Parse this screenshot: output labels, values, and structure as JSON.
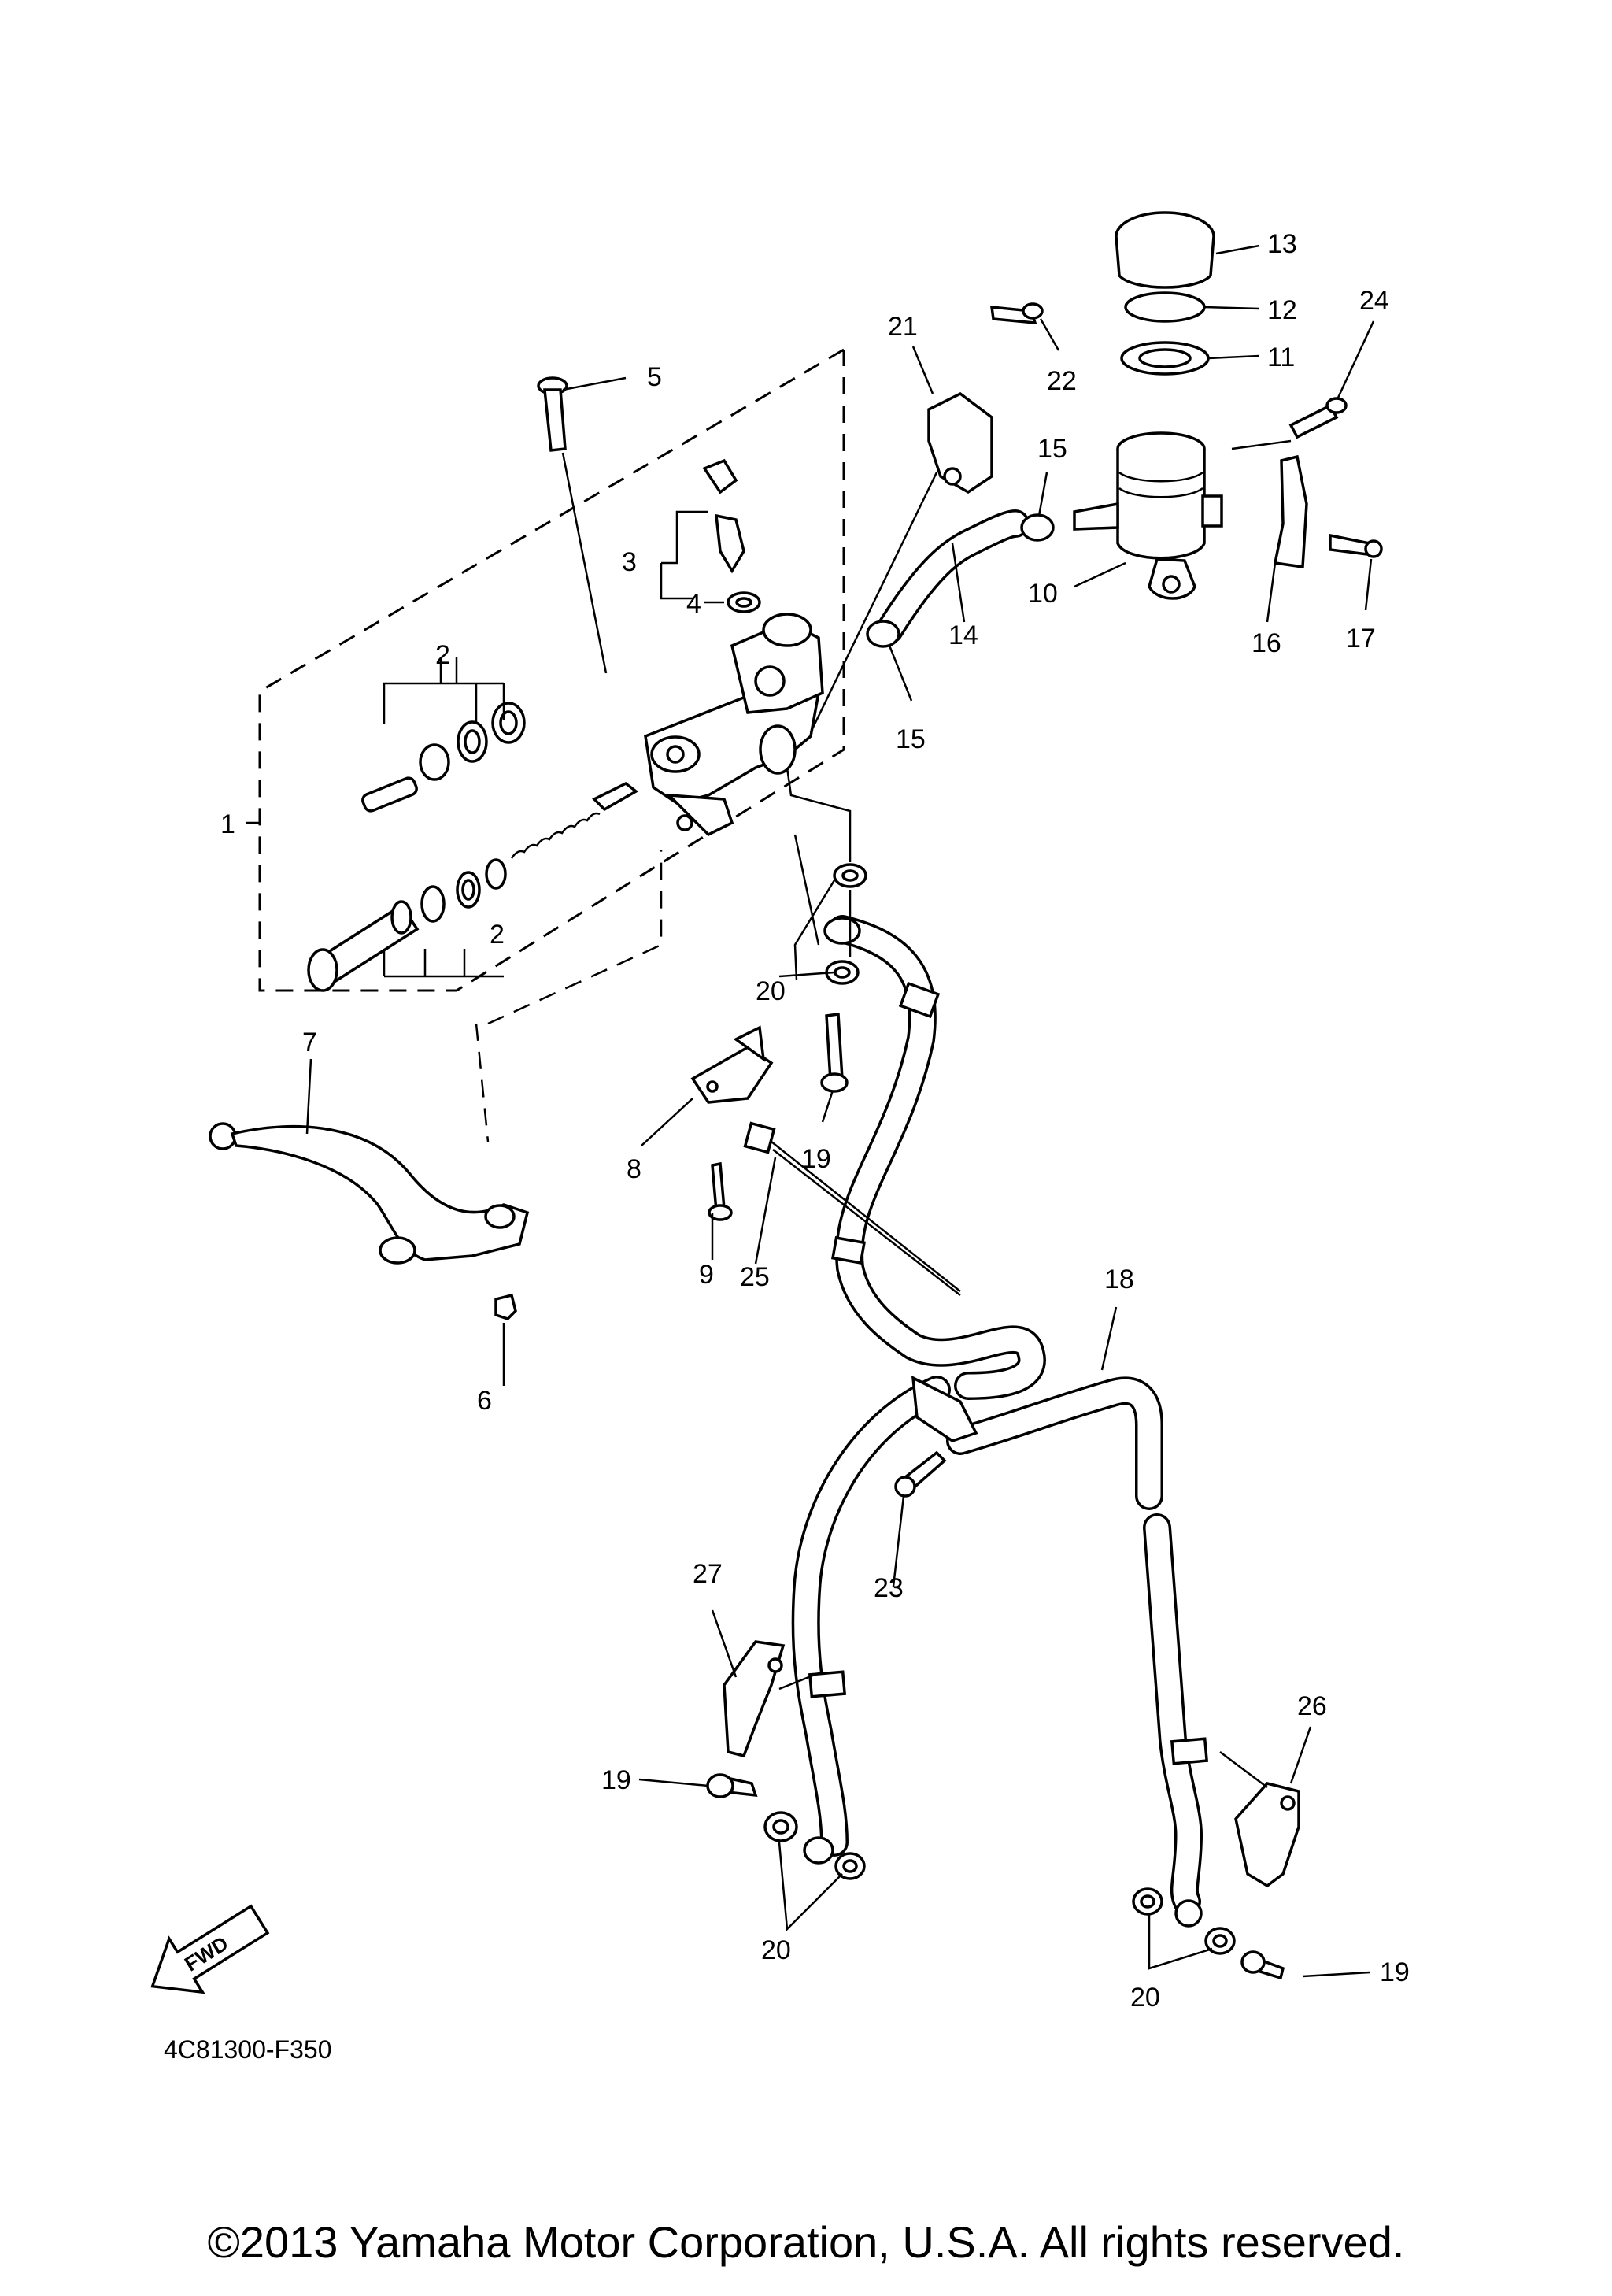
{
  "diagram_code": "4C81300-F350",
  "copyright": "©2013 Yamaha Motor Corporation, U.S.A. All rights reserved.",
  "fwd_arrow": {
    "label": "FWD",
    "icon": "fwd-arrow-icon"
  },
  "callouts": [
    {
      "id": "c1",
      "label": "1"
    },
    {
      "id": "c2a",
      "label": "2"
    },
    {
      "id": "c2b",
      "label": "2"
    },
    {
      "id": "c3",
      "label": "3"
    },
    {
      "id": "c4",
      "label": "4"
    },
    {
      "id": "c5",
      "label": "5"
    },
    {
      "id": "c6",
      "label": "6"
    },
    {
      "id": "c7",
      "label": "7"
    },
    {
      "id": "c8",
      "label": "8"
    },
    {
      "id": "c9",
      "label": "9"
    },
    {
      "id": "c10",
      "label": "10"
    },
    {
      "id": "c11",
      "label": "11"
    },
    {
      "id": "c12",
      "label": "12"
    },
    {
      "id": "c13",
      "label": "13"
    },
    {
      "id": "c14",
      "label": "14"
    },
    {
      "id": "c15a",
      "label": "15"
    },
    {
      "id": "c15b",
      "label": "15"
    },
    {
      "id": "c16",
      "label": "16"
    },
    {
      "id": "c17",
      "label": "17"
    },
    {
      "id": "c18",
      "label": "18"
    },
    {
      "id": "c19a",
      "label": "19"
    },
    {
      "id": "c19b",
      "label": "19"
    },
    {
      "id": "c19c",
      "label": "19"
    },
    {
      "id": "c20a",
      "label": "20"
    },
    {
      "id": "c20b",
      "label": "20"
    },
    {
      "id": "c20c",
      "label": "20"
    },
    {
      "id": "c21",
      "label": "21"
    },
    {
      "id": "c22",
      "label": "22"
    },
    {
      "id": "c23",
      "label": "23"
    },
    {
      "id": "c24",
      "label": "24"
    },
    {
      "id": "c25",
      "label": "25"
    },
    {
      "id": "c26",
      "label": "26"
    },
    {
      "id": "c27",
      "label": "27"
    }
  ]
}
